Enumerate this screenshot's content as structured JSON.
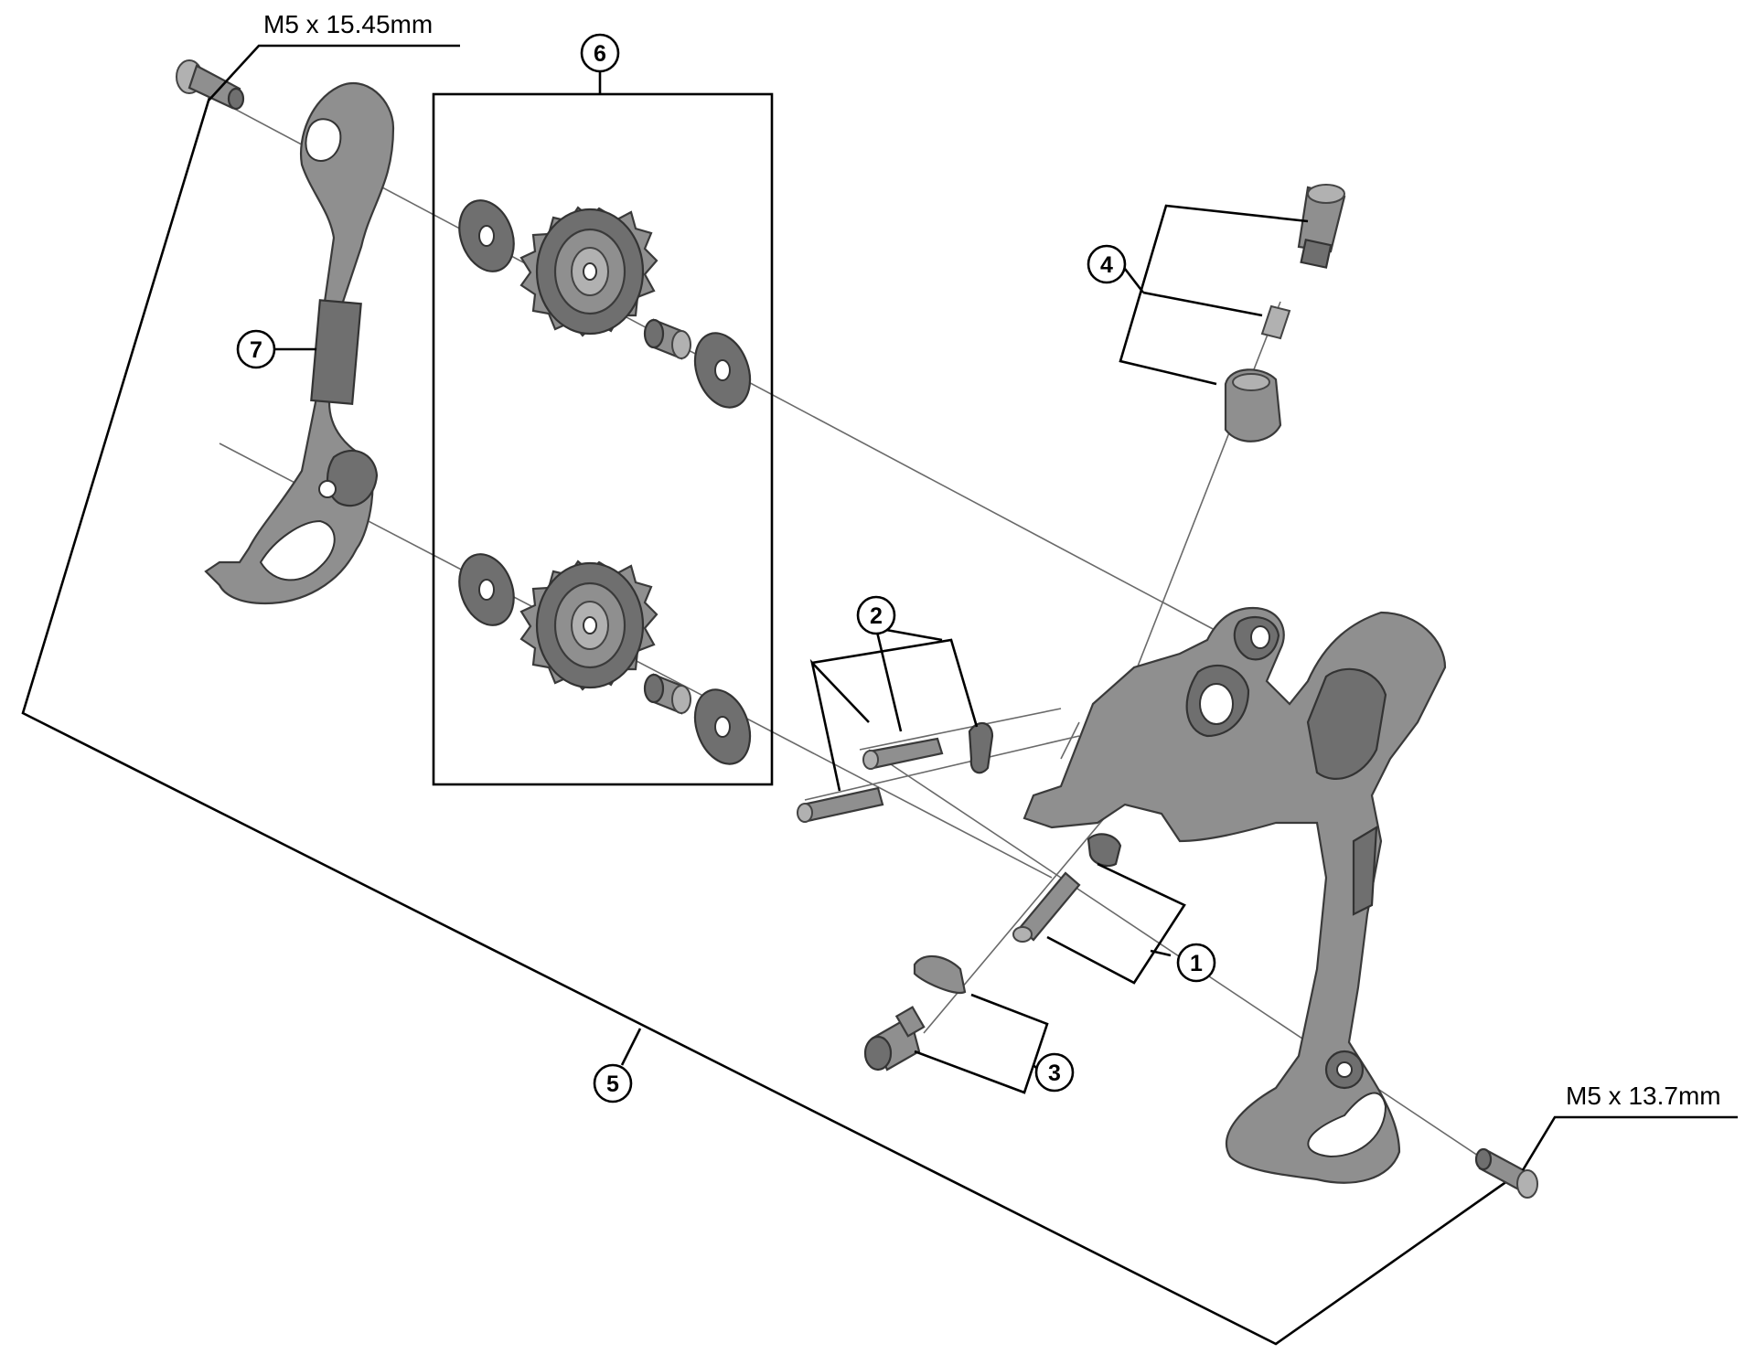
{
  "screw_labels": {
    "top_left": "M5 x 15.45mm",
    "bottom_right": "M5 x 13.7mm"
  },
  "callouts": [
    "1",
    "2",
    "3",
    "4",
    "5",
    "6",
    "7"
  ],
  "colors": {
    "part_fill": "#8f8f8f",
    "line": "#000000",
    "background": "#ffffff"
  }
}
